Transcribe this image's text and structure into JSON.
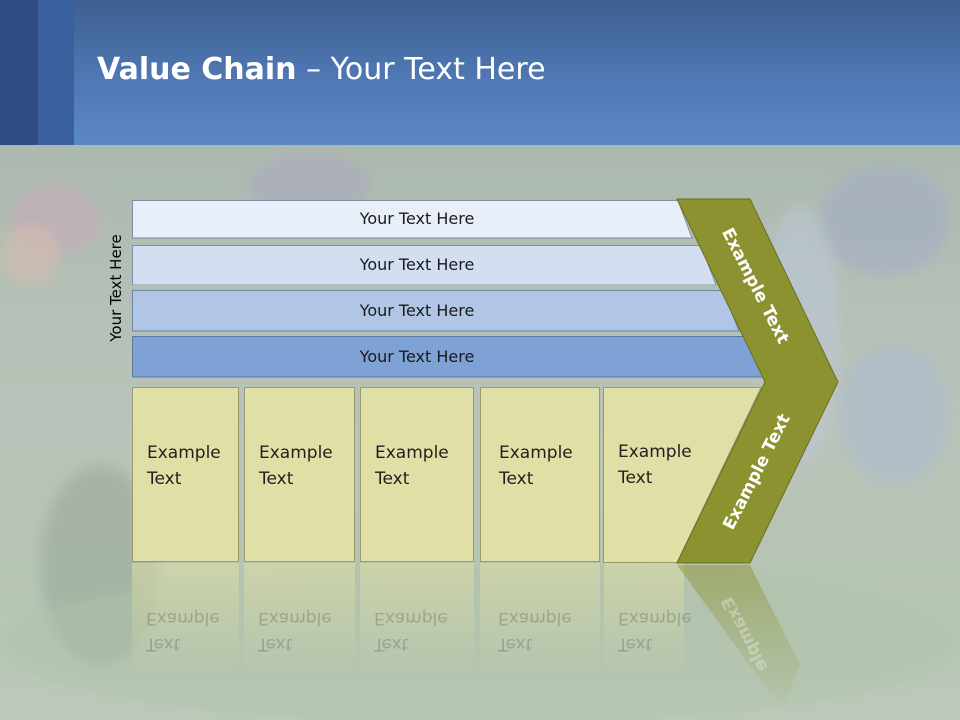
{
  "slide": {
    "title_bold": "Value Chain",
    "title_rest": " – Your Text Here",
    "vertical_label": "Your Text Here",
    "bars": [
      {
        "label": "Your Text Here",
        "color": "#e9eff8"
      },
      {
        "label": "Your Text Here",
        "color": "#d3dff0"
      },
      {
        "label": "Your Text Here",
        "color": "#b1c6e5"
      },
      {
        "label": "Your Text Here",
        "color": "#7ea2d6"
      }
    ],
    "boxes": [
      {
        "line1": "Example",
        "line2": "Text"
      },
      {
        "line1": "Example",
        "line2": "Text"
      },
      {
        "line1": "Example",
        "line2": "Text"
      },
      {
        "line1": "Example",
        "line2": "Text"
      },
      {
        "line1": "Example",
        "line2": "Text"
      }
    ],
    "chevron": {
      "upper_text": "Example Text",
      "lower_text": "Example Text",
      "reflection_text": "Example",
      "color": "#8c922f"
    },
    "box_color": "#e0e0a6"
  }
}
